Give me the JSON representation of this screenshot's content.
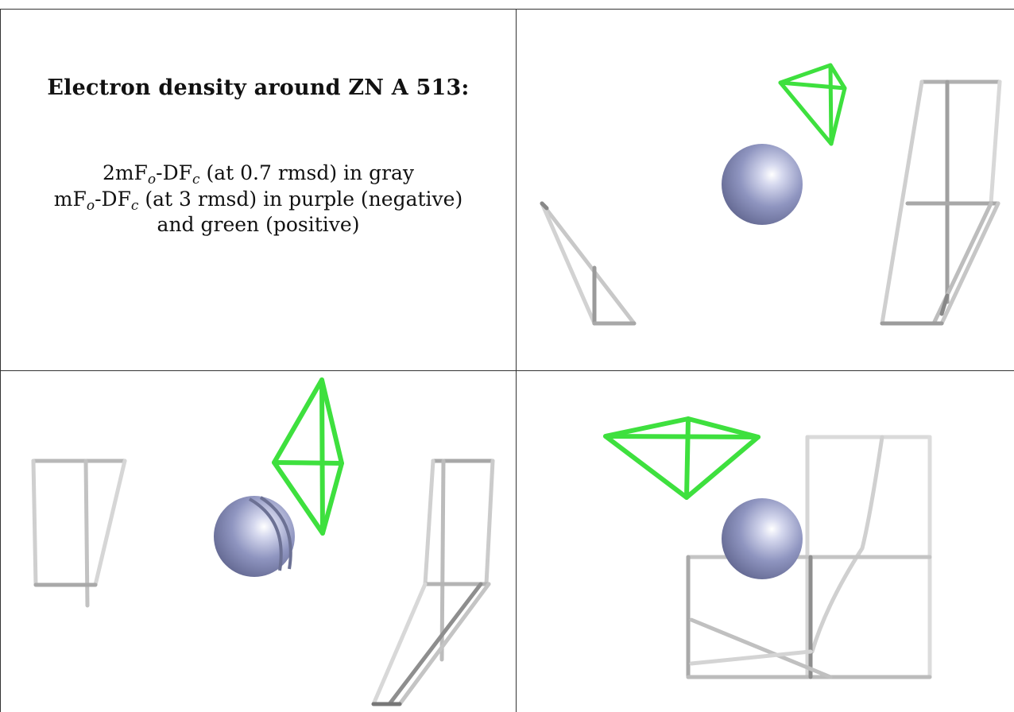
{
  "legend": {
    "title": "Electron density around ZN A 513:",
    "map1_prefix": "2mF",
    "map1_sub_o": "o",
    "map1_mid": "-DF",
    "map1_sub_c": "c",
    "map1_suffix": " (at 0.7 rmsd) in gray",
    "map2_prefix": "mF",
    "map2_sub_o": "o",
    "map2_mid": "-DF",
    "map2_sub_c": "c",
    "map2_suffix": " (at 3 rmsd) in purple (negative)",
    "map2_line2": "and green (positive)"
  },
  "colors": {
    "zinc_ion": "#8f95c0",
    "positive_density": "#3ee03e",
    "map_2fofc": "#b4b4b4",
    "grid_line": "#333333"
  }
}
